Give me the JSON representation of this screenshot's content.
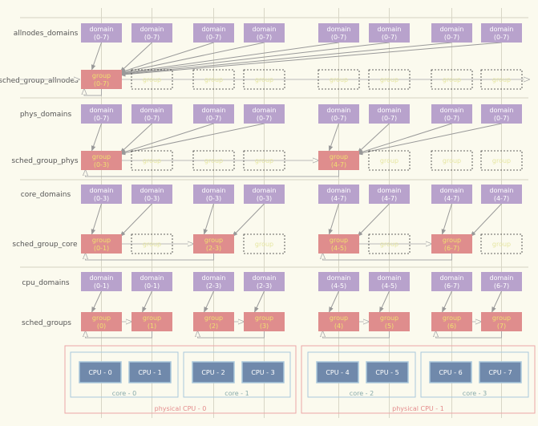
{
  "row_labels": {
    "allnodes_domains": "allnodes_domains",
    "sched_group_allnodes": "sched_group_allnodes",
    "phys_domains": "phys_domains",
    "sched_group_phys": "sched_group_phys",
    "core_domains": "core_domains",
    "sched_group_core": "sched_group_core",
    "cpu_domains": "cpu_domains",
    "sched_groups": "sched_groups"
  },
  "domain_word": "domain",
  "group_word": "group",
  "allnodes_domains": [
    "(0-7)",
    "(0-7)",
    "(0-7)",
    "(0-7)",
    "(0-7)",
    "(0-7)",
    "(0-7)",
    "(0-7)"
  ],
  "sched_group_allnodes": [
    {
      "label": "(0-7)",
      "active": true
    },
    {
      "active": false
    },
    {
      "active": false
    },
    {
      "active": false
    },
    {
      "active": false
    },
    {
      "active": false
    },
    {
      "active": false
    },
    {
      "active": false
    }
  ],
  "phys_domains": [
    "(0-7)",
    "(0-7)",
    "(0-7)",
    "(0-7)",
    "(0-7)",
    "(0-7)",
    "(0-7)",
    "(0-7)"
  ],
  "sched_group_phys": [
    {
      "label": "(0-3)",
      "active": true
    },
    {
      "active": false
    },
    {
      "active": false
    },
    {
      "active": false
    },
    {
      "label": "(4-7)",
      "active": true
    },
    {
      "active": false
    },
    {
      "active": false
    },
    {
      "active": false
    }
  ],
  "core_domains": [
    "(0-3)",
    "(0-3)",
    "(0-3)",
    "(0-3)",
    "(4-7)",
    "(4-7)",
    "(4-7)",
    "(4-7)"
  ],
  "sched_group_core": [
    {
      "label": "(0-1)",
      "active": true
    },
    {
      "active": false
    },
    {
      "label": "(2-3)",
      "active": true
    },
    {
      "active": false
    },
    {
      "label": "(4-5)",
      "active": true
    },
    {
      "active": false
    },
    {
      "label": "(6-7)",
      "active": true
    },
    {
      "active": false
    }
  ],
  "cpu_domains": [
    "(0-1)",
    "(0-1)",
    "(2-3)",
    "(2-3)",
    "(4-5)",
    "(4-5)",
    "(6-7)",
    "(6-7)"
  ],
  "sched_groups": [
    {
      "label": "(0)",
      "active": true
    },
    {
      "label": "(1)",
      "active": true
    },
    {
      "label": "(2)",
      "active": true
    },
    {
      "label": "(3)",
      "active": true
    },
    {
      "label": "(4)",
      "active": true
    },
    {
      "label": "(5)",
      "active": true
    },
    {
      "label": "(6)",
      "active": true
    },
    {
      "label": "(7)",
      "active": true
    }
  ],
  "cpus": [
    "CPU - 0",
    "CPU - 1",
    "CPU - 2",
    "CPU - 3",
    "CPU - 4",
    "CPU - 5",
    "CPU - 6",
    "CPU - 7"
  ],
  "cores": [
    "core - 0",
    "core - 1",
    "core - 2",
    "core - 3"
  ],
  "physical_cpus": [
    "physical CPU - 0",
    "physical CPU - 1"
  ],
  "colors": {
    "background": "#fbfaee",
    "domain_fill": "#b8a2cc",
    "group_fill": "#df8d8d",
    "group_text": "#f0e070",
    "domain_text": "#ffffff",
    "inactive_text": "#e6e6a2",
    "cpu_fill": "#7089ab",
    "cpu_border": "#a9c8dc",
    "core_border": "#a9c8dc",
    "phys_border": "#eba7a7",
    "label_text": "#555555",
    "arrow": "#999999"
  }
}
